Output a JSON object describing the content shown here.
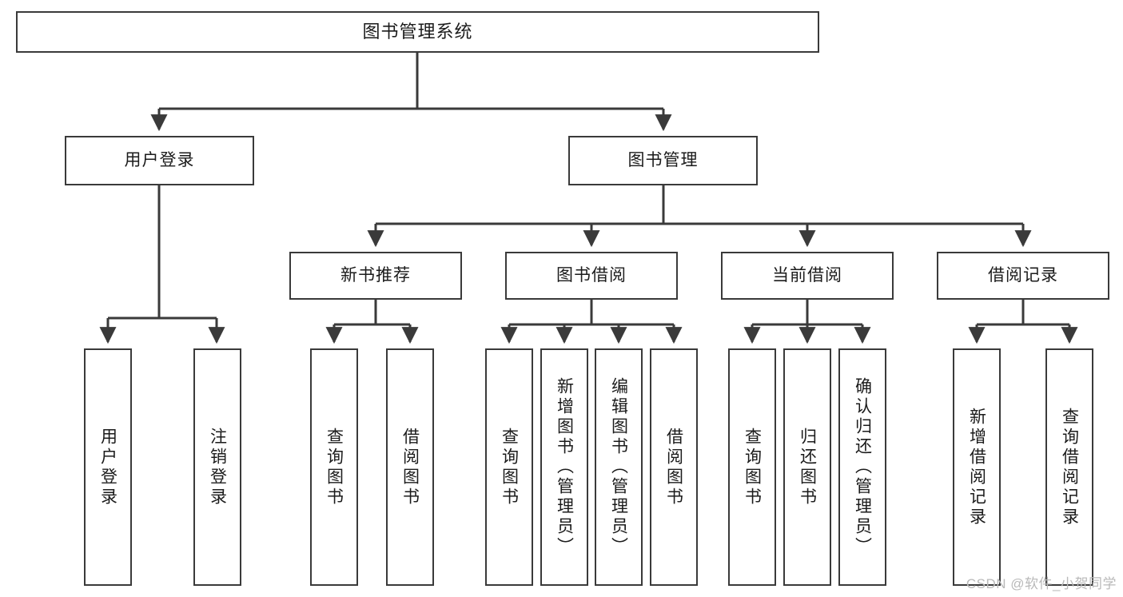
{
  "diagram": {
    "title": "图书管理系统",
    "type": "tree-hierarchy-chart",
    "watermark": "CSDN @软件_小贺同学",
    "colors": {
      "box_border": "#3a3a3a",
      "box_fill": "#ffffff",
      "edge": "#3a3a3a",
      "text": "#1b1b1b",
      "watermark": "#b9b9b9",
      "background": "#ffffff"
    }
  },
  "nodes": {
    "root": {
      "label": "图书管理系统"
    },
    "level2": [
      {
        "label": "用户登录"
      },
      {
        "label": "图书管理"
      }
    ],
    "level3": [
      {
        "label": "新书推荐"
      },
      {
        "label": "图书借阅"
      },
      {
        "label": "当前借阅"
      },
      {
        "label": "借阅记录"
      }
    ],
    "leaves": {
      "user_login": [
        {
          "label": "用户登录"
        },
        {
          "label": "注销登录"
        }
      ],
      "new_book_recommend": [
        {
          "label": "查询图书"
        },
        {
          "label": "借阅图书"
        }
      ],
      "book_borrow": [
        {
          "label": "查询图书"
        },
        {
          "label": "新增图书（管理员）"
        },
        {
          "label": "编辑图书（管理员）"
        },
        {
          "label": "借阅图书"
        }
      ],
      "current_borrow": [
        {
          "label": "查询图书"
        },
        {
          "label": "归还图书"
        },
        {
          "label": "确认归还（管理员）"
        }
      ],
      "borrow_record": [
        {
          "label": "新增借阅记录"
        },
        {
          "label": "查询借阅记录"
        }
      ]
    }
  }
}
